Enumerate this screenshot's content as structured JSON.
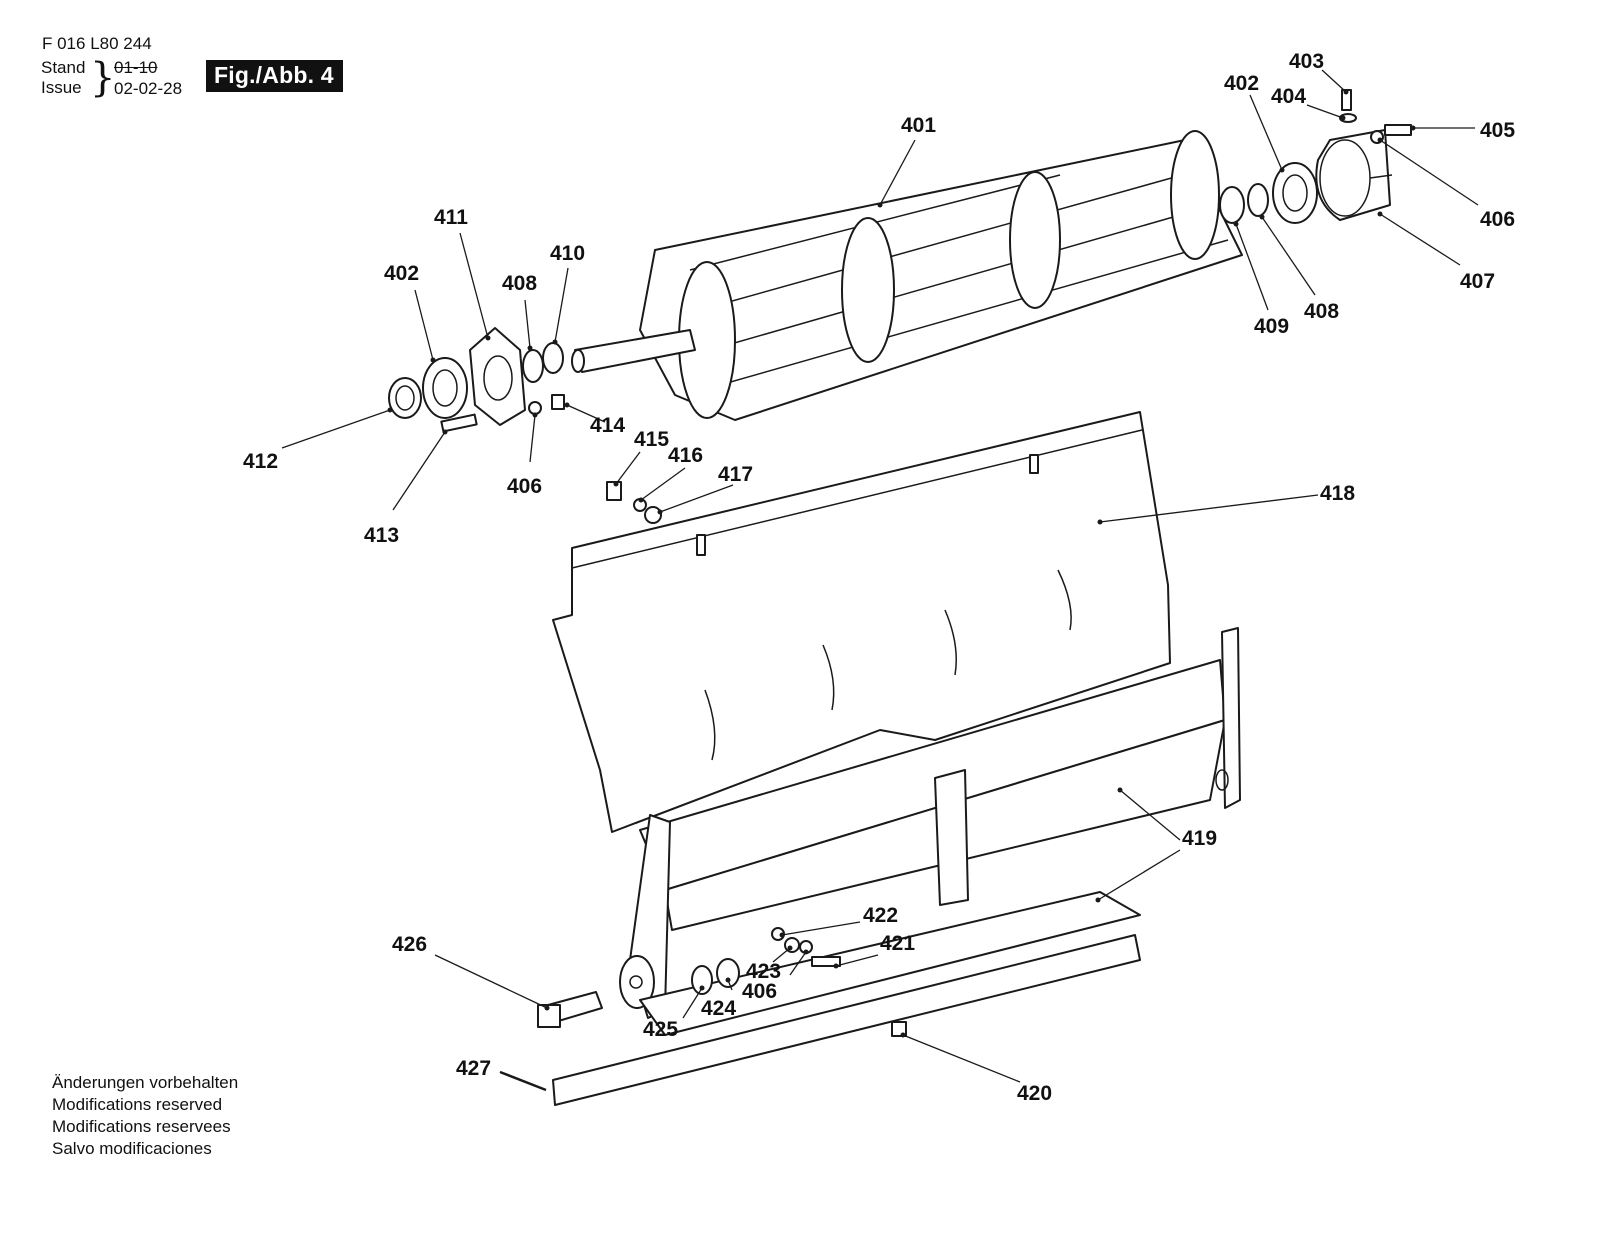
{
  "header": {
    "doc_number": "F 016 L80 244",
    "stand_label": "Stand",
    "issue_label": "Issue",
    "stand_old_value": "01-10",
    "issue_value": "02-02-28",
    "figure_label": "Fig./Abb. 4"
  },
  "footer": {
    "notes": [
      "Änderungen vorbehalten",
      "Modifications reserved",
      "Modifications reservees",
      "Salvo modificaciones"
    ]
  },
  "callouts": {
    "c401": "401",
    "c402a": "402",
    "c402b": "402",
    "c403": "403",
    "c404": "404",
    "c405": "405",
    "c406a": "406",
    "c406b": "406",
    "c406c": "406",
    "c407": "407",
    "c408a": "408",
    "c408b": "408",
    "c409": "409",
    "c410": "410",
    "c411": "411",
    "c412": "412",
    "c413": "413",
    "c414": "414",
    "c415": "415",
    "c416": "416",
    "c417": "417",
    "c418": "418",
    "c419": "419",
    "c420": "420",
    "c421": "421",
    "c422": "422",
    "c423": "423",
    "c424": "424",
    "c425": "425",
    "c426": "426",
    "c427": "427"
  }
}
